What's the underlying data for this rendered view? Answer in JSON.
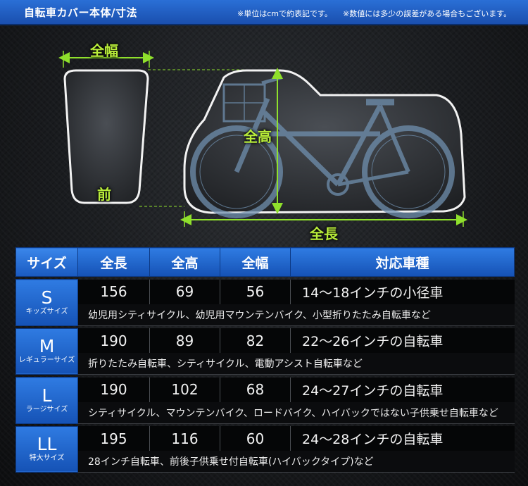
{
  "header": {
    "title": "自転車カバー本体/寸法",
    "note_unit": "※単位はcmで約表記です。",
    "note_error": "※数値には多少の誤差がある場合もございます。"
  },
  "diagram": {
    "label_width": "全幅",
    "label_front": "前",
    "label_height": "全高",
    "label_length": "全長"
  },
  "table": {
    "headers": [
      "サイズ",
      "全長",
      "全高",
      "全幅",
      "対応車種"
    ],
    "rows": [
      {
        "size": "S",
        "size_name": "キッズサイズ",
        "length": "156",
        "height": "69",
        "width": "56",
        "car": "14〜18インチの小径車",
        "desc": "幼児用シティサイクル、幼児用マウンテンバイク、小型折りたたみ自転車など"
      },
      {
        "size": "M",
        "size_name": "レギュラーサイズ",
        "length": "190",
        "height": "89",
        "width": "82",
        "car": "22〜26インチの自転車",
        "desc": "折りたたみ自転車、シティサイクル、電動アシスト自転車など"
      },
      {
        "size": "L",
        "size_name": "ラージサイズ",
        "length": "190",
        "height": "102",
        "width": "68",
        "car": "24〜27インチの自転車",
        "desc": "シティサイクル、マウンテンバイク、ロードバイク、ハイバックではない子供乗せ自転車など"
      },
      {
        "size": "LL",
        "size_name": "特大サイズ",
        "length": "195",
        "height": "116",
        "width": "60",
        "car": "24〜28インチの自転車",
        "desc": "28インチ自転車、前後子供乗せ付自転車(ハイバックタイプ)など"
      }
    ]
  }
}
